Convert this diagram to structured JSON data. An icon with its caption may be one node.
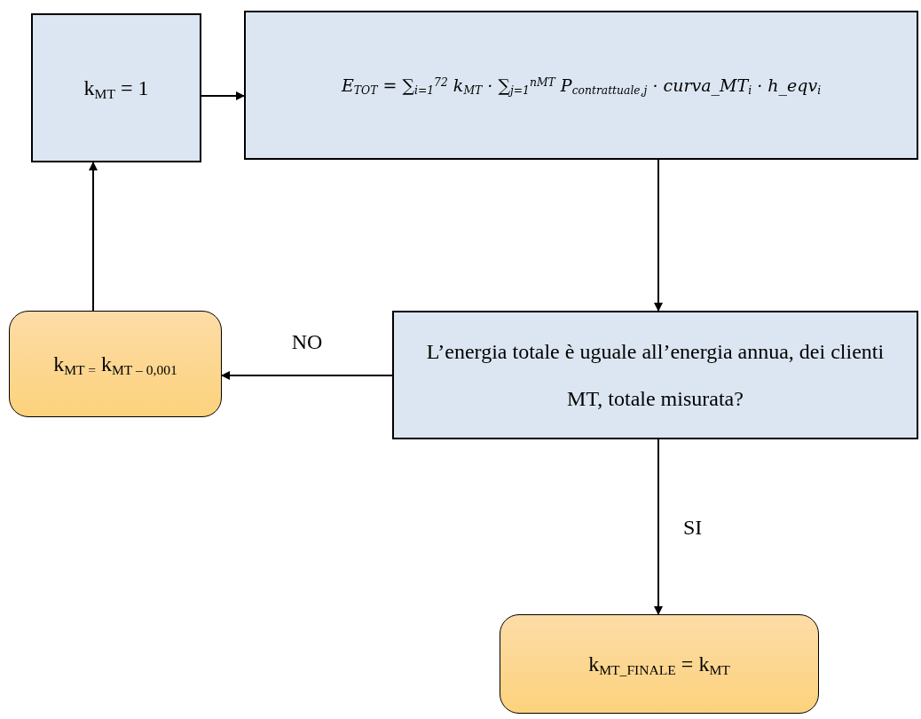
{
  "diagram": {
    "nodes": [
      {
        "text": [
          "k$_{MT}$ = 1"
        ]
      },
      {
        "text": [
          "E$_{TOT}$ = ∑$_{i=1}$$^{72}$ k$_{MT}$ · ∑$_{j=1}$$^{nMT}$ P$_{contrattuale,j}$ · curva_MT$_{i}$ · h_eqv$_{i}$"
        ]
      },
      {
        "text": [
          "L’energia totale è uguale all’energia annua, dei clienti MT, totale misurata?"
        ]
      },
      {
        "text": [
          "k$_{MT =}$ k$_{MT – 0,001}$"
        ]
      },
      {
        "text": [
          "k$_{MT_FINALE}$ = k$_{MT}$"
        ]
      }
    ],
    "edges": [
      {
        "from": 0,
        "to": 1,
        "arrow": "to"
      },
      {
        "from": 1,
        "to": 2,
        "arrow": "to"
      },
      {
        "from": 2,
        "to": 3,
        "arrow": "to",
        "label": "NO"
      },
      {
        "from": 2,
        "to": 4,
        "arrow": "to",
        "label": "SI"
      },
      {
        "from": 3,
        "to": 0,
        "arrow": "to"
      }
    ]
  }
}
